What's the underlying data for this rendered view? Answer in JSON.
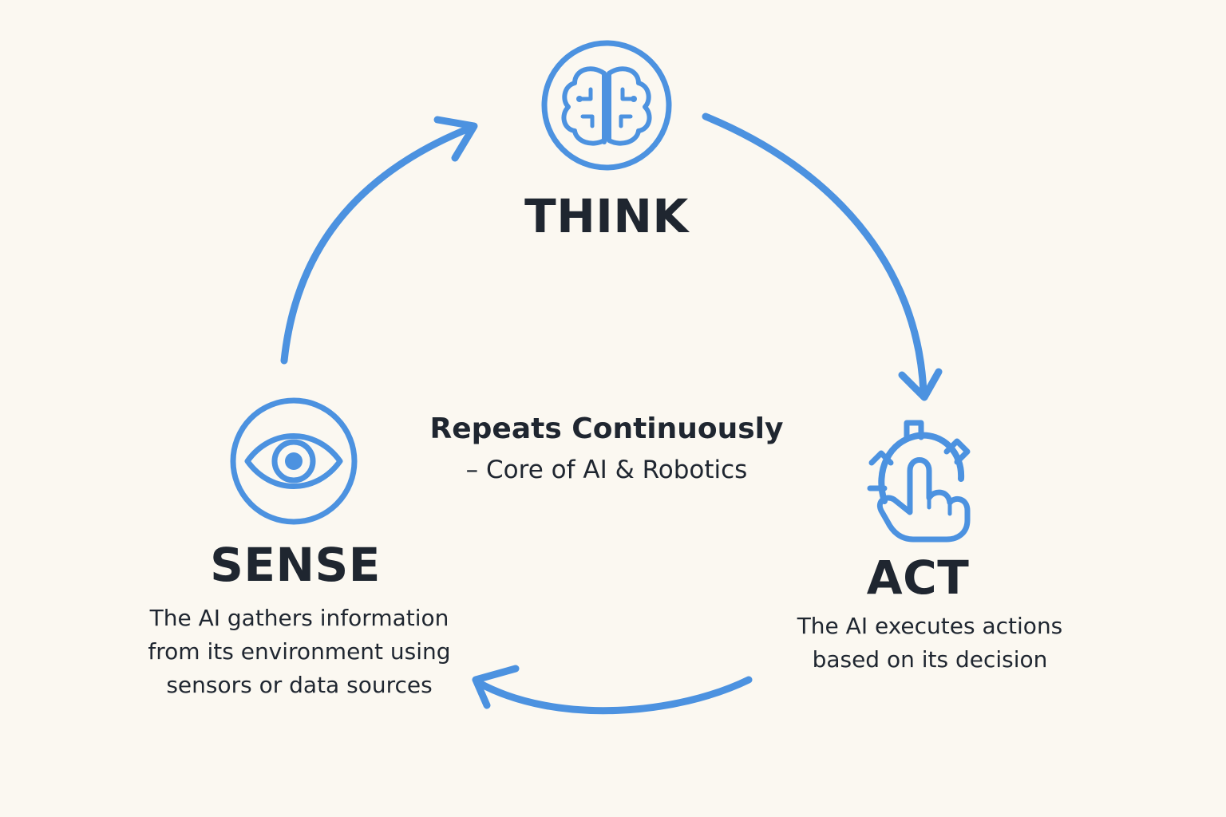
{
  "colors": {
    "accent": "#4c92e0",
    "text": "#1f2630",
    "background": "#fbf8f1"
  },
  "stages": {
    "think": {
      "title": "THINK",
      "icon": "brain-icon"
    },
    "act": {
      "title": "ACT",
      "icon": "gear-hand-icon",
      "description": [
        "The AI executes actions",
        "based on its decision"
      ]
    },
    "sense": {
      "title": "SENSE",
      "icon": "eye-icon",
      "description": [
        "The AI gathers information",
        "from its environment using",
        "sensors or data sources"
      ]
    }
  },
  "center_note": {
    "heading": "Repeats Continuously",
    "subheading": "– Core of AI & Robotics"
  }
}
